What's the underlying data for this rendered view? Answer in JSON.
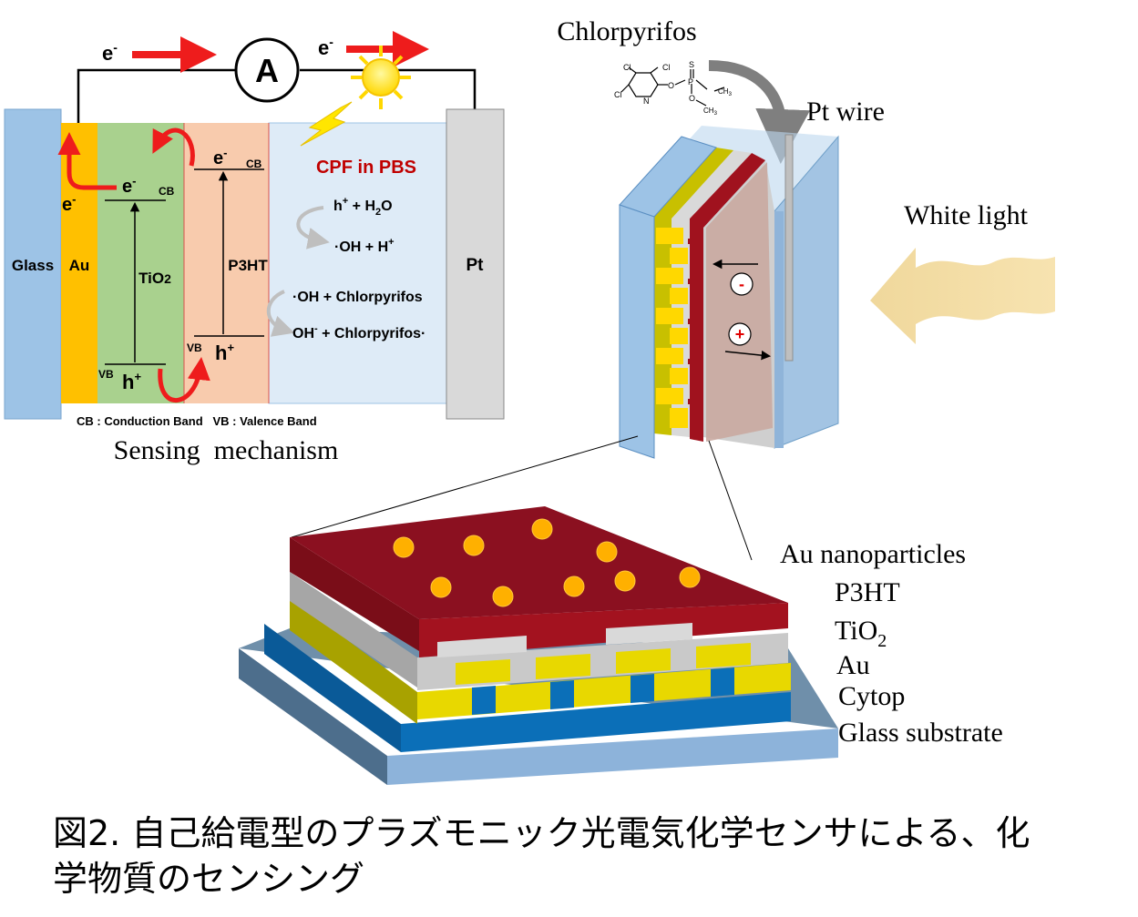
{
  "mechanism": {
    "electron_left": "e",
    "electron_right": "e",
    "electron_sup": "-",
    "ammeter": "A",
    "layer_glass": "Glass",
    "layer_au": "Au",
    "layer_tio2": "TiO",
    "layer_tio2_sub": "2",
    "layer_p3ht": "P3HT",
    "layer_pt": "Pt",
    "electrolyte_title": "CPF in PBS",
    "au_e": "e",
    "tio2_cb_e": "e",
    "tio2_cb": "CB",
    "tio2_vb": "VB",
    "tio2_vb_h": "h",
    "p3ht_cb_e": "e",
    "p3ht_cb": "CB",
    "p3ht_vb": "VB",
    "p3ht_vb_h": "h",
    "plus": "+",
    "reaction1_left": "h",
    "reaction1_mid": " + H",
    "reaction1_sub": "2",
    "reaction1_end": "O",
    "reaction2": "·OH + H",
    "reaction3": "·OH + Chlorpyrifos",
    "reaction4_a": "OH",
    "reaction4_b": " + Chlorpyrifos·",
    "legend": "CB : Conduction Band   VB : Valence Band",
    "caption": "Sensing  mechanism"
  },
  "device": {
    "molecule_label": "Chlorpyrifos",
    "wire_label": "Pt wire",
    "light_label": "White light",
    "minus": "-",
    "plus": "+",
    "mol_cl1": "Cl",
    "mol_cl2": "Cl",
    "mol_cl3": "Cl",
    "mol_n": "N",
    "mol_s": "S",
    "mol_p": "P",
    "mol_o1": "O",
    "mol_o2": "O",
    "mol_ch3a": "CH",
    "mol_ch3b": "CH"
  },
  "stack": {
    "layers": {
      "nanoparticles": "Au nanoparticles",
      "p3ht": "P3HT",
      "tio2": "TiO",
      "tio2_sub": "2",
      "au": "Au",
      "cytop": "Cytop",
      "glass": "Glass substrate"
    }
  },
  "figure_caption": {
    "line1": "図2. 自己給電型のプラズモニック光電気化学センサによる、化",
    "line2": "学物質のセンシング"
  },
  "colors": {
    "glass": "#9dc3e6",
    "au": "#ffc000",
    "tio2": "#a9d18e",
    "p3ht": "#f8cbad",
    "electrolyte": "#deebf7",
    "pt": "#d9d9d9",
    "arrow_red": "#ee1c1c",
    "title_red": "#c00000",
    "film_red": "#8b1020",
    "gold_yellow": "#e8d800",
    "cytop_blue": "#0a6bb0"
  }
}
